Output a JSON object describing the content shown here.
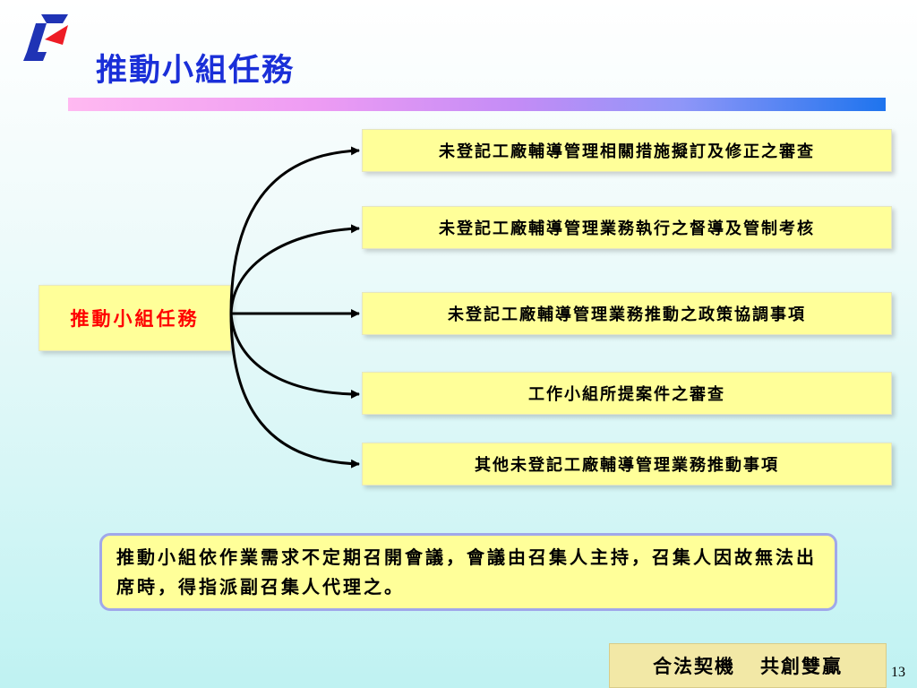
{
  "slide": {
    "title": "推動小組任務",
    "center_label": "推動小組任務",
    "tasks": [
      "未登記工廠輔導管理相關措施擬訂及修正之審查",
      "未登記工廠輔導管理業務執行之督導及管制考核",
      "未登記工廠輔導管理業務推動之政策協調事項",
      "工作小組所提案件之審查",
      "其他未登記工廠輔導管理業務推動事項"
    ],
    "note": "推動小組依作業需求不定期召開會議，會議由召集人主持，召集人因故無法出席時，得指派副召集人代理之。",
    "footer_left": "合法契機",
    "footer_right": "共創雙贏",
    "page_number": "13"
  },
  "colors": {
    "title": "#1a2fd8",
    "center_text": "#ff0000",
    "box_fill": "#ffff99",
    "note_border": "#a0a8ea",
    "footer_fill": "#f2e8a6"
  },
  "icons": {
    "logo": "company-logo"
  }
}
